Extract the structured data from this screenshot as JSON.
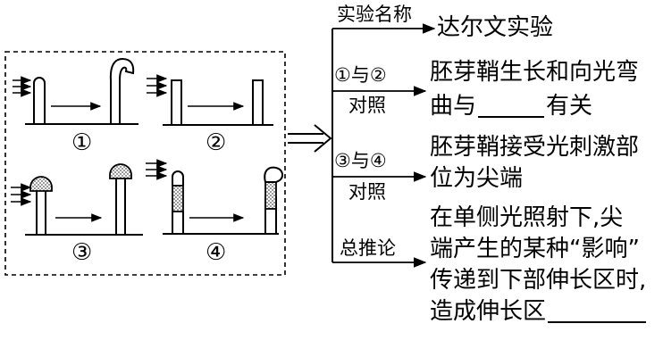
{
  "panels": [
    {
      "label": "①"
    },
    {
      "label": "②"
    },
    {
      "label": "③"
    },
    {
      "label": "④"
    }
  ],
  "branches": [
    {
      "label": "实验名称",
      "text_lines": [
        "达尔文实验"
      ]
    },
    {
      "label_lines": [
        "①与②",
        "对照"
      ],
      "text_lines": [
        "胚芽鞘生长和向光弯",
        "曲与"
      ],
      "text_tail": "有关"
    },
    {
      "label_lines": [
        "③与④",
        "对照"
      ],
      "text_lines": [
        "胚芽鞘接受光刺激部",
        "位为尖端"
      ]
    },
    {
      "label": "总推论",
      "text_lines": [
        "在单侧光照射下,尖",
        "端产生的某种“影响”",
        "传递到下部伸长区时,",
        "造成伸长区"
      ]
    }
  ]
}
